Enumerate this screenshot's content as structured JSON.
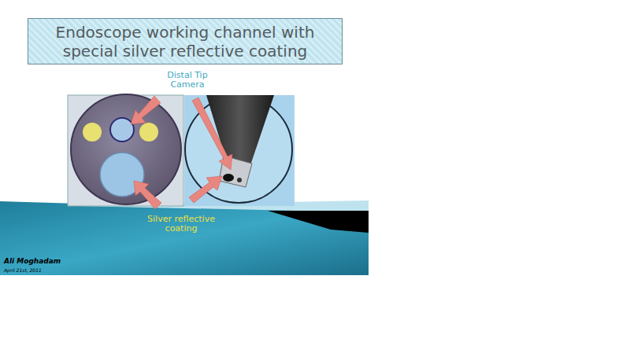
{
  "diagram": {
    "title": "Endoscope working channel with special silver reflective coating",
    "labels": [
      "Distal Tip Camera",
      "Silver reflective coating",
      "Ali Moghadam",
      "April 21st, 2011"
    ]
  }
}
